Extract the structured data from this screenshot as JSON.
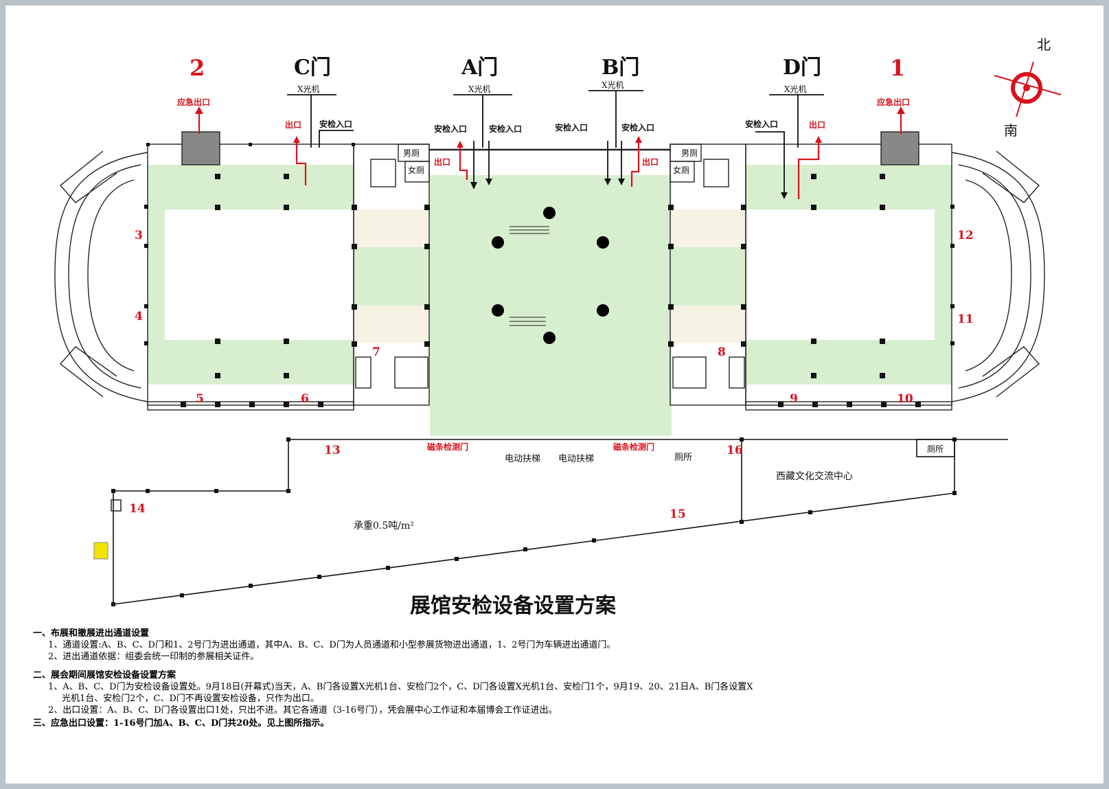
{
  "title": "展馆安检设备设置方案",
  "compass": {
    "north": "北",
    "south": "南"
  },
  "gates": {
    "c": "C门",
    "a": "A门",
    "b": "B门",
    "d": "D门",
    "n2": "2",
    "n1": "1"
  },
  "labels": {
    "xray": "X光机",
    "emergency_exit": "应急出口",
    "exit": "出口",
    "security_entrance": "安检入口",
    "mens_toilet": "男厕",
    "womens_toilet": "女厕",
    "magnetic_door": "磁条检测门",
    "escalator": "电动扶梯",
    "toilet": "厕所",
    "tibet_center": "西藏文化交流中心",
    "load": "承重0.5吨/m²"
  },
  "door_numbers": [
    "3",
    "4",
    "5",
    "6",
    "7",
    "8",
    "9",
    "10",
    "11",
    "12",
    "13",
    "14",
    "15",
    "16"
  ],
  "notes": {
    "s1_title": "一、布展和撤展进出通道设置",
    "s1_p1": "1、通道设置:A、B、C、D门和1、2号门为进出通道，其中A、B、C、D门为人员通道和小型参展货物进出通道，1、2号门为车辆进出通道门。",
    "s1_p2": "2、进出通道依据：组委会统一印制的参展相关证件。",
    "s2_title": "二、展会期间展馆安检设备设置方案",
    "s2_p1a": "1、A、B、C、D门为安检设备设置处。9月18日(开幕式)当天，A、B门各设置X光机1台、安检门2个，C、D门各设置X光机1台、安检门1个，9月19、20、21日A、B门各设置X",
    "s2_p1b": "光机1台、安检门2个，C、D门不再设置安检设备，只作为出口。",
    "s2_p2": "2、出口设置：A、B、C、D门各设置出口1处，只出不进。其它各通道（3-16号门），凭会展中心工作证和本届博会工作证进出。",
    "s3_title": "三、应急出口设置：1-16号门加A、B、C、D门共20处。见上图所指示。"
  },
  "colors": {
    "hall": "#d8efcf",
    "corridor": "#f7f3e4",
    "accent": "#d8121c",
    "yellow": "#f2e600",
    "frame": "#b9c2c6"
  }
}
